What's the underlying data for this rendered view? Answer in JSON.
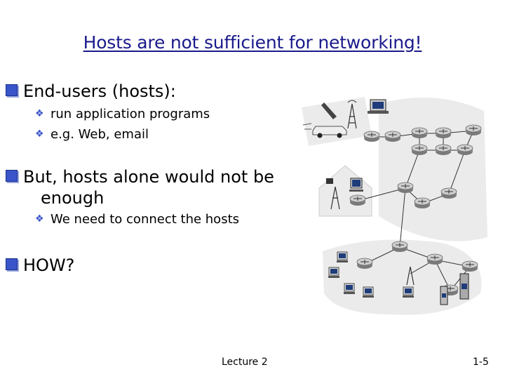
{
  "slide": {
    "title": "Hosts are not sufficient for networking!",
    "bullets": [
      {
        "text": "End-users (hosts):",
        "sub": [
          "run application programs",
          "e.g. Web, email"
        ]
      },
      {
        "text_line1": "But, hosts alone would not be",
        "text_line2": "enough",
        "sub": [
          "We need to connect the hosts"
        ]
      },
      {
        "text": "HOW?"
      }
    ],
    "footer_center": "Lecture 2",
    "footer_right": "1-5"
  },
  "colors": {
    "title": "#1a1a8c",
    "bullet": "#3a55c9",
    "network_fill": "#ebebeb"
  },
  "icons": [
    "checkbox-bullet-icon",
    "diamond-bullet-icon",
    "router-icon",
    "computer-icon",
    "server-icon",
    "cell-tower-icon",
    "car-icon",
    "phone-icon",
    "home-icon"
  ]
}
